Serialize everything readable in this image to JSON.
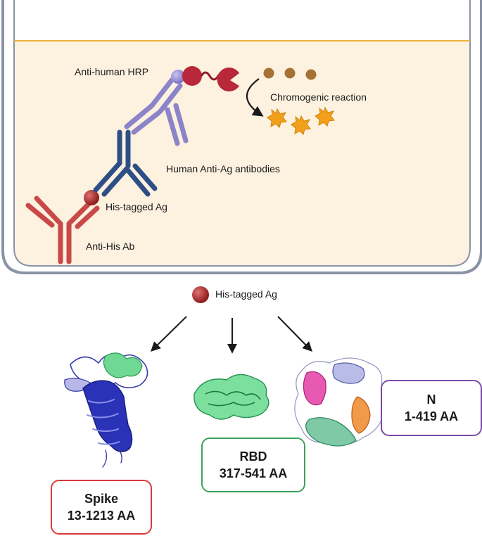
{
  "labels": {
    "anti_human_hrp": "Anti-human HRP",
    "chromogenic_reaction": "Chromogenic reaction",
    "human_anti_ag": "Human Anti-Ag antibodies",
    "his_tagged_ag": "His-tagged Ag",
    "anti_his_ab": "Anti-His Ab",
    "legend_his_tagged_ag": "His-tagged Ag"
  },
  "boxes": {
    "spike": {
      "name": "Spike",
      "range": "13-1213 AA"
    },
    "rbd": {
      "name": "RBD",
      "range": "317-541 AA"
    },
    "n": {
      "name": "N",
      "range": "1-419 AA"
    }
  },
  "colors": {
    "well_fill": "#fdf1df",
    "well_border": "#8a93a6",
    "meniscus": "#e8b43a",
    "anti_his": "#c94848",
    "ag_bead": "#a82626",
    "human_ab": "#2d4f86",
    "hrp_ab": "#8b84c8",
    "hrp_enzyme": "#b8283a",
    "substrate": "#a57134",
    "product": "#f2a019",
    "spike_box": "#d93a3a",
    "rbd_box": "#3da35a",
    "n_box": "#7a4aa8"
  }
}
